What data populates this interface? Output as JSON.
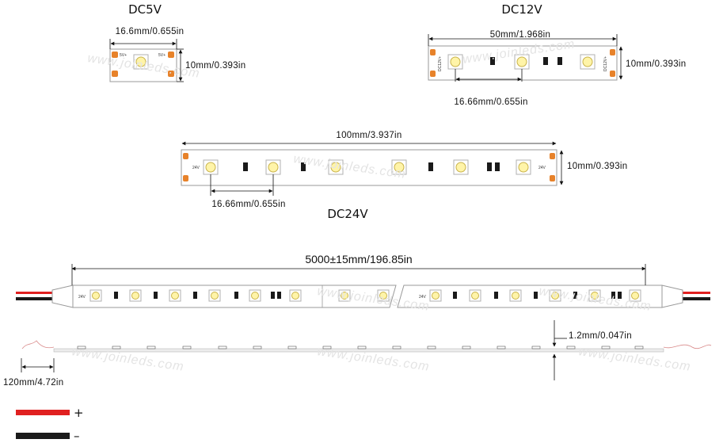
{
  "colors": {
    "pad": "#e7822a",
    "led_face": "#fff4a8",
    "led_rim": "#b0b0b0",
    "resistor": "#1a1a1a",
    "wire_red": "#e02020",
    "wire_black": "#1a1a1a",
    "strip_border": "#9a9a9a"
  },
  "titles": {
    "dc5v": "DC5V",
    "dc12v": "DC12V",
    "dc24v": "DC24V"
  },
  "dc5v": {
    "width_label": "16.6mm/0.655in",
    "height_label": "10mm/0.393in",
    "pad_label_left": "5V+",
    "pad_label_right": "5V+"
  },
  "dc12v": {
    "width_label": "50mm/1.968in",
    "height_label": "10mm/0.393in",
    "pitch_label": "16.66mm/0.655in",
    "side_label": "DC12V+"
  },
  "dc24v": {
    "width_label": "100mm/3.937in",
    "height_label": "10mm/0.393in",
    "pitch_label": "16.66mm/0.655in",
    "side_label": "24V"
  },
  "reel": {
    "length_label": "5000±15mm/196.85in",
    "thickness_label": "1.2mm/0.047in",
    "wire_label": "120mm/4.72in",
    "voltage_label": "24V",
    "break_mark": "..."
  },
  "legend": {
    "plus": "+",
    "minus": "–"
  },
  "watermark": "www.joinleds.com"
}
